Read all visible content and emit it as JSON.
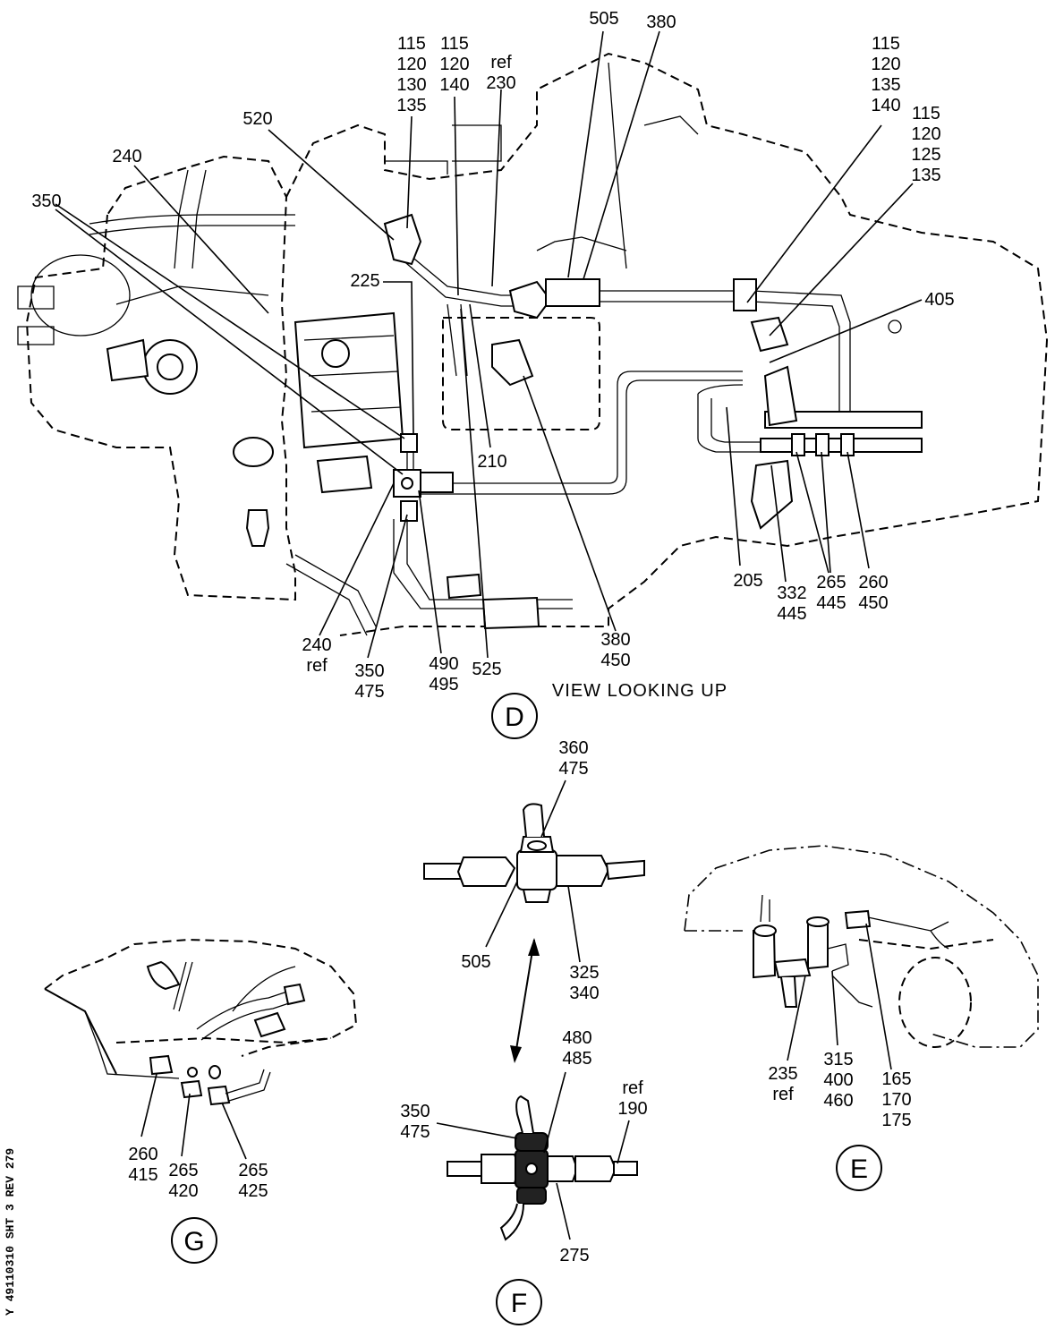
{
  "views": {
    "D": {
      "letter": "D",
      "caption": "VIEW LOOKING UP",
      "callouts": [
        {
          "id": "115-120-130-135",
          "lines": [
            "115",
            "120",
            "130",
            "135"
          ]
        },
        {
          "id": "115-120-140",
          "lines": [
            "115",
            "120",
            "140"
          ]
        },
        {
          "id": "ref-230",
          "lines": [
            "ref",
            "230"
          ]
        },
        {
          "id": "505",
          "lines": [
            "505"
          ]
        },
        {
          "id": "380",
          "lines": [
            "380"
          ]
        },
        {
          "id": "115-120-135-140",
          "lines": [
            "115",
            "120",
            "135",
            "140"
          ]
        },
        {
          "id": "115-120-125-135",
          "lines": [
            "115",
            "120",
            "125",
            "135"
          ]
        },
        {
          "id": "520",
          "lines": [
            "520"
          ]
        },
        {
          "id": "240",
          "lines": [
            "240"
          ]
        },
        {
          "id": "350",
          "lines": [
            "350"
          ]
        },
        {
          "id": "225",
          "lines": [
            "225"
          ]
        },
        {
          "id": "405",
          "lines": [
            "405"
          ]
        },
        {
          "id": "210",
          "lines": [
            "210"
          ]
        },
        {
          "id": "205",
          "lines": [
            "205"
          ]
        },
        {
          "id": "332-445",
          "lines": [
            "332",
            "445"
          ]
        },
        {
          "id": "265-445",
          "lines": [
            "265",
            "445"
          ]
        },
        {
          "id": "260-450",
          "lines": [
            "260",
            "450"
          ]
        },
        {
          "id": "240-ref",
          "lines": [
            "240",
            "ref"
          ]
        },
        {
          "id": "350-475",
          "lines": [
            "350",
            "475"
          ]
        },
        {
          "id": "490-495",
          "lines": [
            "490",
            "495"
          ]
        },
        {
          "id": "525",
          "lines": [
            "525"
          ]
        },
        {
          "id": "380-450",
          "lines": [
            "380",
            "450"
          ]
        }
      ]
    },
    "F": {
      "letter": "F",
      "callouts": [
        {
          "id": "360-475",
          "lines": [
            "360",
            "475"
          ]
        },
        {
          "id": "505",
          "lines": [
            "505"
          ]
        },
        {
          "id": "325-340",
          "lines": [
            "325",
            "340"
          ]
        },
        {
          "id": "480-485",
          "lines": [
            "480",
            "485"
          ]
        },
        {
          "id": "ref-190",
          "lines": [
            "ref",
            "190"
          ]
        },
        {
          "id": "350-475",
          "lines": [
            "350",
            "475"
          ]
        },
        {
          "id": "275",
          "lines": [
            "275"
          ]
        }
      ]
    },
    "E": {
      "letter": "E",
      "callouts": [
        {
          "id": "235-ref",
          "lines": [
            "235",
            "ref"
          ]
        },
        {
          "id": "315-400-460",
          "lines": [
            "315",
            "400",
            "460"
          ]
        },
        {
          "id": "165-170-175",
          "lines": [
            "165",
            "170",
            "175"
          ]
        }
      ]
    },
    "G": {
      "letter": "G",
      "callouts": [
        {
          "id": "260-415",
          "lines": [
            "260",
            "415"
          ]
        },
        {
          "id": "265-420",
          "lines": [
            "265",
            "420"
          ]
        },
        {
          "id": "265-425",
          "lines": [
            "265",
            "425"
          ]
        }
      ]
    }
  },
  "sheet_id": "Y 49110310 SHT 3 REV 279"
}
